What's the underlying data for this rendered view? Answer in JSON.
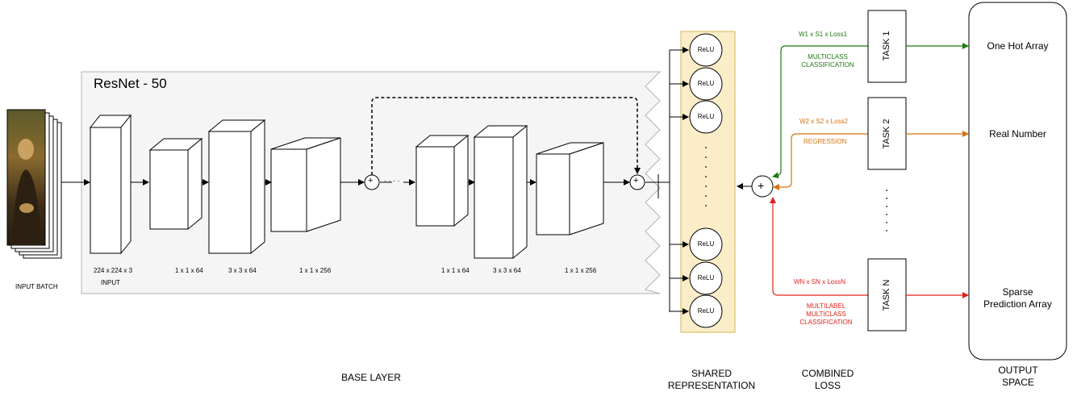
{
  "base": {
    "section_label": "BASE LAYER",
    "resnet_title": "ResNet - 50",
    "input_batch_label": "INPUT BATCH",
    "input_dim": "224 x 224 x 3",
    "input_label": "INPUT",
    "block1": [
      "1 x 1 x 64",
      "3 x 3 x 64",
      "1 x 1 x 256"
    ],
    "block2": [
      "1 x 1 x 64",
      "3 x 3 x 64",
      "1 x 1 x 256"
    ],
    "add_symbol": "+",
    "ellipsis": "· · · ·"
  },
  "shared": {
    "section_label": "SHARED REPRESENTATION",
    "units": [
      "ReLU",
      "ReLU",
      "ReLU",
      "ReLU",
      "ReLU",
      "ReLU"
    ],
    "fill_color": "#fbedc8",
    "border_color": "#d6b656"
  },
  "combined": {
    "section_label": "COMBINED LOSS",
    "add_symbol": "+"
  },
  "tasks": [
    {
      "name": "TASK 1",
      "loss": "W1 x S1 x Loss1",
      "type": "MULTICLASS CLASSIFICATION",
      "color": "#1d7a0f"
    },
    {
      "name": "TASK 2",
      "loss": "W2 x S2 x Loss2",
      "type": "REGRESSION",
      "color": "#d6720f"
    },
    {
      "name": "TASK N",
      "loss": "WN x SN x LossN",
      "type": "MULTILABEL MULTICLASS CLASSIFICATION",
      "color": "#e3201b"
    }
  ],
  "output": {
    "section_label": "OUTPUT SPACE",
    "items": [
      "One Hot Array",
      "Real Number",
      "Sparse Prediction Array"
    ]
  }
}
